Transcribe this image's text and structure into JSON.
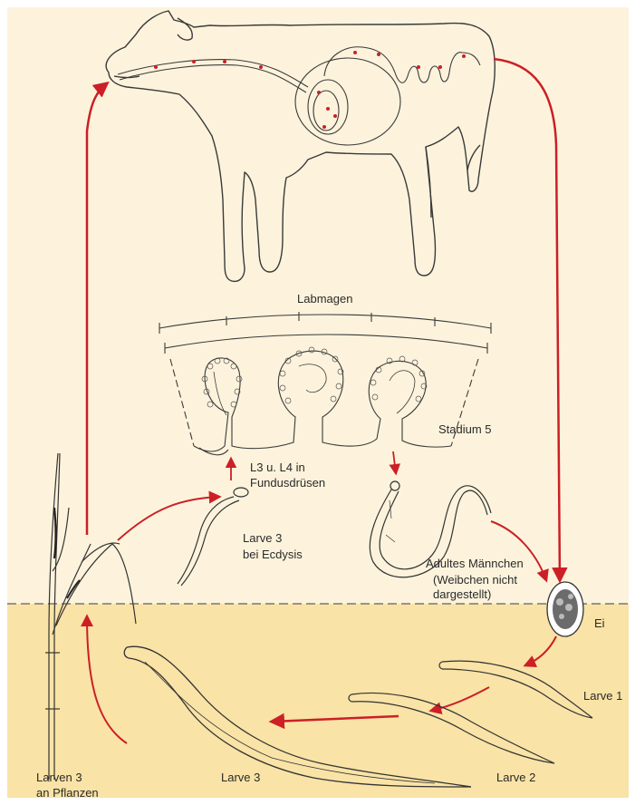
{
  "labels": {
    "labmagen": "Labmagen",
    "stadium5": "Stadium 5",
    "l3l4_line1": "L3 u. L4 in",
    "l3l4_line2": "Fundusdrüsen",
    "larve3_ecdysis_line1": "Larve 3",
    "larve3_ecdysis_line2": "bei Ecdysis",
    "adult_line1": "Adultes Männchen",
    "adult_line2": "(Weibchen nicht",
    "adult_line3": "dargestellt)",
    "ei": "Ei",
    "larve1": "Larve 1",
    "larve2": "Larve 2",
    "larve3": "Larve 3",
    "larven3_plants_line1": "Larven 3",
    "larven3_plants_line2": "an Pflanzen"
  },
  "colors": {
    "sky": "#fdf3dc",
    "ground": "#f9e3a6",
    "arrow": "#cc1f26",
    "ink": "#3a3a3a"
  }
}
